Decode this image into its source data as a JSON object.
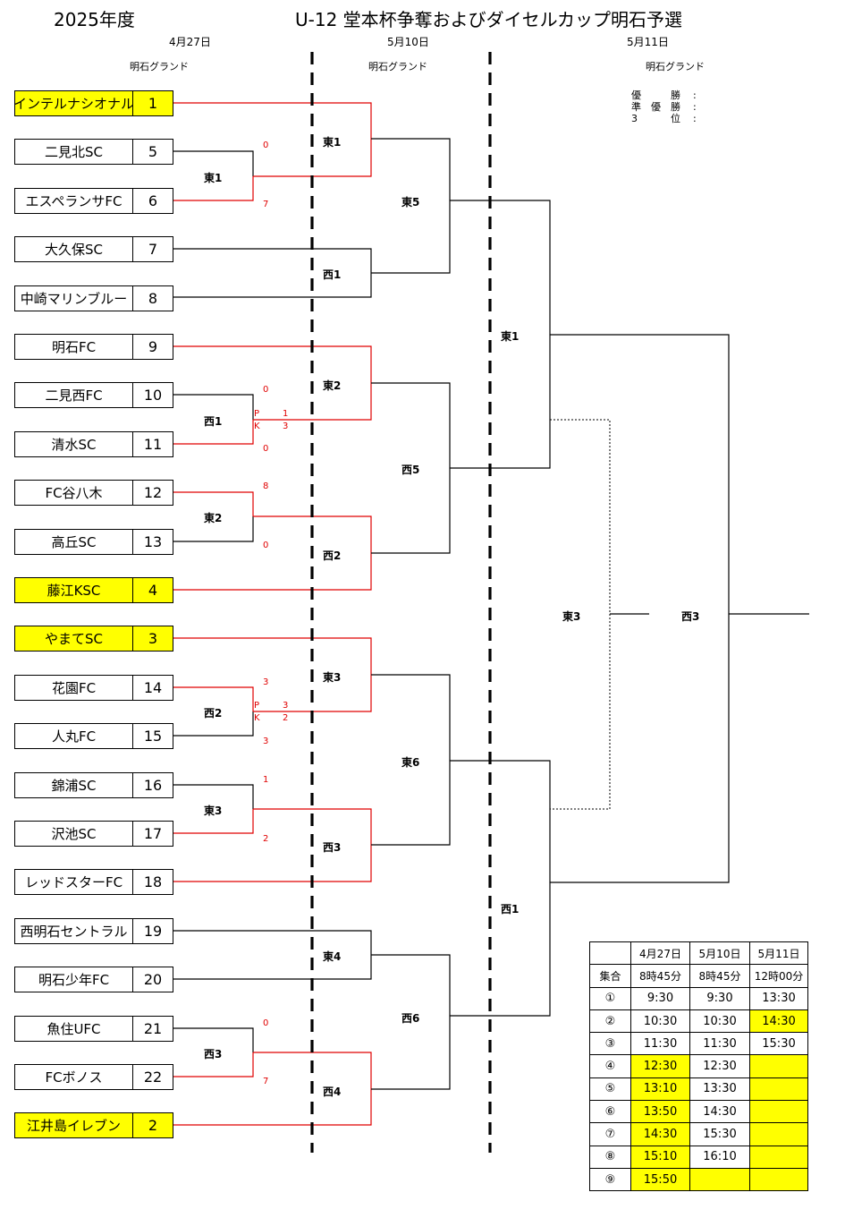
{
  "header": {
    "year": "2025年度",
    "title": "U-12 堂本杯争奪およびダイセルカップ明石予選"
  },
  "rounds": [
    {
      "date": "4月27日",
      "venue": "明石グランド"
    },
    {
      "date": "5月10日",
      "venue": "明石グランド"
    },
    {
      "date": "5月11日",
      "venue": "明石グランド"
    }
  ],
  "teams": [
    {
      "name": "インテルナシオナル",
      "num": "1",
      "seed": true
    },
    {
      "name": "二見北SC",
      "num": "5",
      "seed": false
    },
    {
      "name": "エスペランサFC",
      "num": "6",
      "seed": false
    },
    {
      "name": "大久保SC",
      "num": "7",
      "seed": false
    },
    {
      "name": "中崎マリンブルー",
      "num": "8",
      "seed": false
    },
    {
      "name": "明石FC",
      "num": "9",
      "seed": false
    },
    {
      "name": "二見西FC",
      "num": "10",
      "seed": false
    },
    {
      "name": "清水SC",
      "num": "11",
      "seed": false
    },
    {
      "name": "FC谷八木",
      "num": "12",
      "seed": false
    },
    {
      "name": "高丘SC",
      "num": "13",
      "seed": false
    },
    {
      "name": "藤江KSC",
      "num": "4",
      "seed": true
    },
    {
      "name": "やまてSC",
      "num": "3",
      "seed": true
    },
    {
      "name": "花園FC",
      "num": "14",
      "seed": false
    },
    {
      "name": "人丸FC",
      "num": "15",
      "seed": false
    },
    {
      "name": "錦浦SC",
      "num": "16",
      "seed": false
    },
    {
      "name": "沢池SC",
      "num": "17",
      "seed": false
    },
    {
      "name": "レッドスターFC",
      "num": "18",
      "seed": false
    },
    {
      "name": "西明石セントラル",
      "num": "19",
      "seed": false
    },
    {
      "name": "明石少年FC",
      "num": "20",
      "seed": false
    },
    {
      "name": "魚住UFC",
      "num": "21",
      "seed": false
    },
    {
      "name": "FCボノス",
      "num": "22",
      "seed": false
    },
    {
      "name": "江井島イレブン",
      "num": "2",
      "seed": true
    }
  ],
  "match_labels": {
    "r1": [
      "東1",
      "西1",
      "東2",
      "西2",
      "東3",
      "西3"
    ],
    "r2": [
      "東1",
      "西1",
      "東2",
      "西2",
      "東3",
      "西3",
      "東4",
      "西4"
    ],
    "r3": [
      "東5",
      "西5",
      "東6",
      "西6"
    ],
    "r4": [
      "東1",
      "西1"
    ],
    "final": [
      "東3",
      "西3"
    ]
  },
  "scores": {
    "m1": {
      "top": "0",
      "bottom": "7"
    },
    "m2": {
      "top": "0",
      "pk1": "P",
      "pk2": "K",
      "pk_top": "1",
      "pk_bottom": "3",
      "bottom": "0"
    },
    "m3": {
      "top": "8",
      "bottom": "0"
    },
    "m4": {
      "top": "3",
      "pk1": "P",
      "pk2": "K",
      "pk_top": "3",
      "pk_bottom": "2",
      "bottom": "3"
    },
    "m5": {
      "top": "1",
      "bottom": "2"
    },
    "m6": {
      "top": "0",
      "bottom": "7"
    }
  },
  "results": [
    {
      "label_chars": [
        "優",
        "",
        "勝"
      ],
      "colon": ":"
    },
    {
      "label_chars": [
        "準",
        "優",
        "勝"
      ],
      "colon": ":"
    },
    {
      "label_chars": [
        "3",
        "",
        "位"
      ],
      "colon": ":"
    }
  ],
  "schedule": {
    "header": [
      "",
      "4月27日",
      "5月10日",
      "5月11日"
    ],
    "rows": [
      {
        "cells": [
          "集合",
          "8時45分",
          "8時45分",
          "12時00分"
        ],
        "hl": [
          false,
          false,
          false
        ]
      },
      {
        "cells": [
          "①",
          "9:30",
          "9:30",
          "13:30"
        ],
        "hl": [
          false,
          false,
          false
        ]
      },
      {
        "cells": [
          "②",
          "10:30",
          "10:30",
          "14:30"
        ],
        "hl": [
          false,
          false,
          true
        ]
      },
      {
        "cells": [
          "③",
          "11:30",
          "11:30",
          "15:30"
        ],
        "hl": [
          false,
          false,
          false
        ]
      },
      {
        "cells": [
          "④",
          "12:30",
          "12:30",
          ""
        ],
        "hl": [
          true,
          false,
          true
        ]
      },
      {
        "cells": [
          "⑤",
          "13:10",
          "13:30",
          ""
        ],
        "hl": [
          true,
          false,
          true
        ]
      },
      {
        "cells": [
          "⑥",
          "13:50",
          "14:30",
          ""
        ],
        "hl": [
          true,
          false,
          true
        ]
      },
      {
        "cells": [
          "⑦",
          "14:30",
          "15:30",
          ""
        ],
        "hl": [
          true,
          false,
          true
        ]
      },
      {
        "cells": [
          "⑧",
          "15:10",
          "16:10",
          ""
        ],
        "hl": [
          true,
          false,
          true
        ]
      },
      {
        "cells": [
          "⑨",
          "15:50",
          "",
          ""
        ],
        "hl": [
          true,
          true,
          true
        ]
      }
    ]
  },
  "colors": {
    "line": "#000000",
    "winner": "#e00000",
    "highlight": "#ffff00"
  }
}
